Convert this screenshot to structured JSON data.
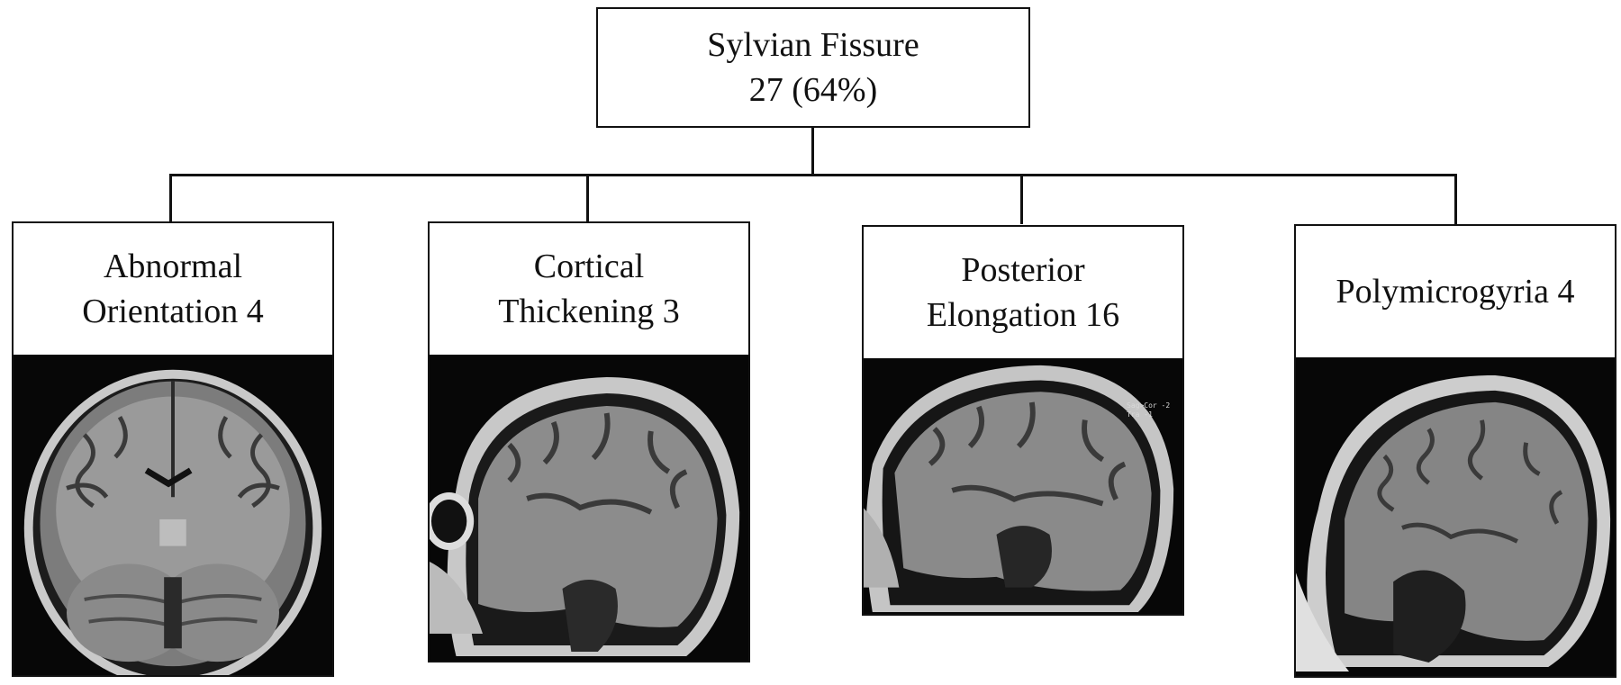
{
  "root": {
    "line1": "Sylvian Fissure",
    "line2": "27 (64%)"
  },
  "categories": [
    {
      "line1": "Abnormal",
      "line2": "Orientation 4"
    },
    {
      "line1": "Cortical",
      "line2": "Thickening 3"
    },
    {
      "line1": "Posterior",
      "line2": "Elongation 16"
    },
    {
      "line1": "Polymicrogyria 4",
      "line2": ""
    }
  ],
  "scan_overlays": {
    "posterior": {
      "l1": "Sag>Cor -2",
      "l2": "Tra -1"
    }
  }
}
